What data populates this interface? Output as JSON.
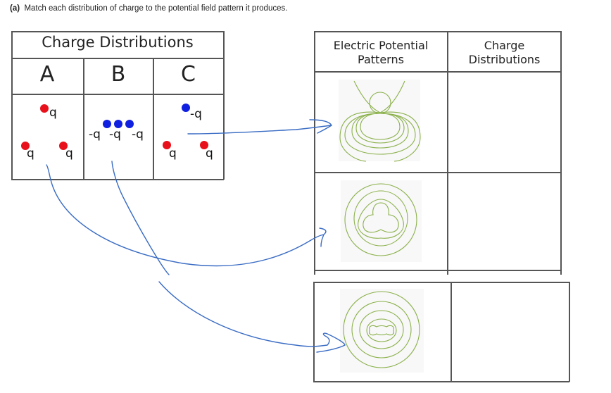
{
  "prompt": {
    "part": "(a)",
    "text": "Match each distribution of charge to the potential field pattern it produces."
  },
  "left_table": {
    "title": "Charge Distributions",
    "columns": [
      {
        "label": "A",
        "charges": [
          {
            "sign": "positive",
            "label": "q"
          },
          {
            "sign": "positive",
            "label": "q"
          },
          {
            "sign": "positive",
            "label": "q"
          }
        ]
      },
      {
        "label": "B",
        "charges": [
          {
            "sign": "negative",
            "label": "-q"
          },
          {
            "sign": "negative",
            "label": "-q"
          },
          {
            "sign": "negative",
            "label": "-q"
          }
        ]
      },
      {
        "label": "C",
        "charges": [
          {
            "sign": "negative",
            "label": "-q"
          },
          {
            "sign": "positive",
            "label": "q"
          },
          {
            "sign": "positive",
            "label": "q"
          }
        ]
      }
    ]
  },
  "right_table": {
    "headers": [
      "Electric Potential Patterns",
      "Charge Distributions"
    ],
    "header_lines": [
      [
        "Electric Potential",
        "Patterns"
      ],
      [
        "Charge",
        "Distributions"
      ]
    ],
    "rows": [
      {
        "pattern": "dipole-like pattern (one negative, two positive charges)",
        "answer": ""
      },
      {
        "pattern": "three-lobed equipotential contours",
        "answer": ""
      },
      {
        "pattern": "elongated contours around three aligned charges",
        "answer": ""
      }
    ]
  },
  "colors": {
    "positive": "#e8101a",
    "negative": "#1020e0",
    "contour": "#8ab04a",
    "ink": "#3a6cc4",
    "grid": "#555555"
  },
  "annotations": [
    {
      "from": "C",
      "to_row": 1
    },
    {
      "from": "A",
      "to_row": 2
    },
    {
      "from": "B",
      "to_row": 3
    }
  ]
}
